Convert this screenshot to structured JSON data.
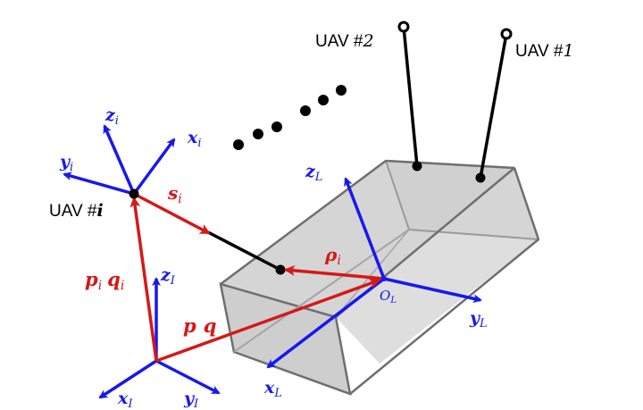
{
  "uavs": {
    "uav2": {
      "prefix": "UAV #",
      "num": "2"
    },
    "uav1": {
      "prefix": "UAV #",
      "num": "1"
    },
    "uavi": {
      "prefix": "UAV #",
      "num": "i"
    }
  },
  "frames": {
    "uav_i": {
      "x": "x",
      "y": "y",
      "z": "z",
      "sub": "i"
    },
    "inertial": {
      "x": "x",
      "y": "y",
      "z": "z",
      "sub": "I"
    },
    "load": {
      "x": "x",
      "y": "y",
      "z": "z",
      "sub": "L",
      "origin": "O",
      "origin_sub": "L"
    }
  },
  "vectors": {
    "s": {
      "sym": "s",
      "sub": "i"
    },
    "rho": {
      "sym": "ρ",
      "sub": "i"
    },
    "p_i": {
      "sym": "p",
      "sub": "i"
    },
    "q_i": {
      "sym": "q",
      "sub": "i"
    },
    "p": {
      "sym": "p"
    },
    "q": {
      "sym": "q"
    }
  },
  "colors": {
    "frame_axes": "#1818ee",
    "vectors": "#d61818",
    "cables": "#000000",
    "load_fill": "#d8d8d8",
    "load_edge": "#777777"
  },
  "ellipsis_dots": 6
}
